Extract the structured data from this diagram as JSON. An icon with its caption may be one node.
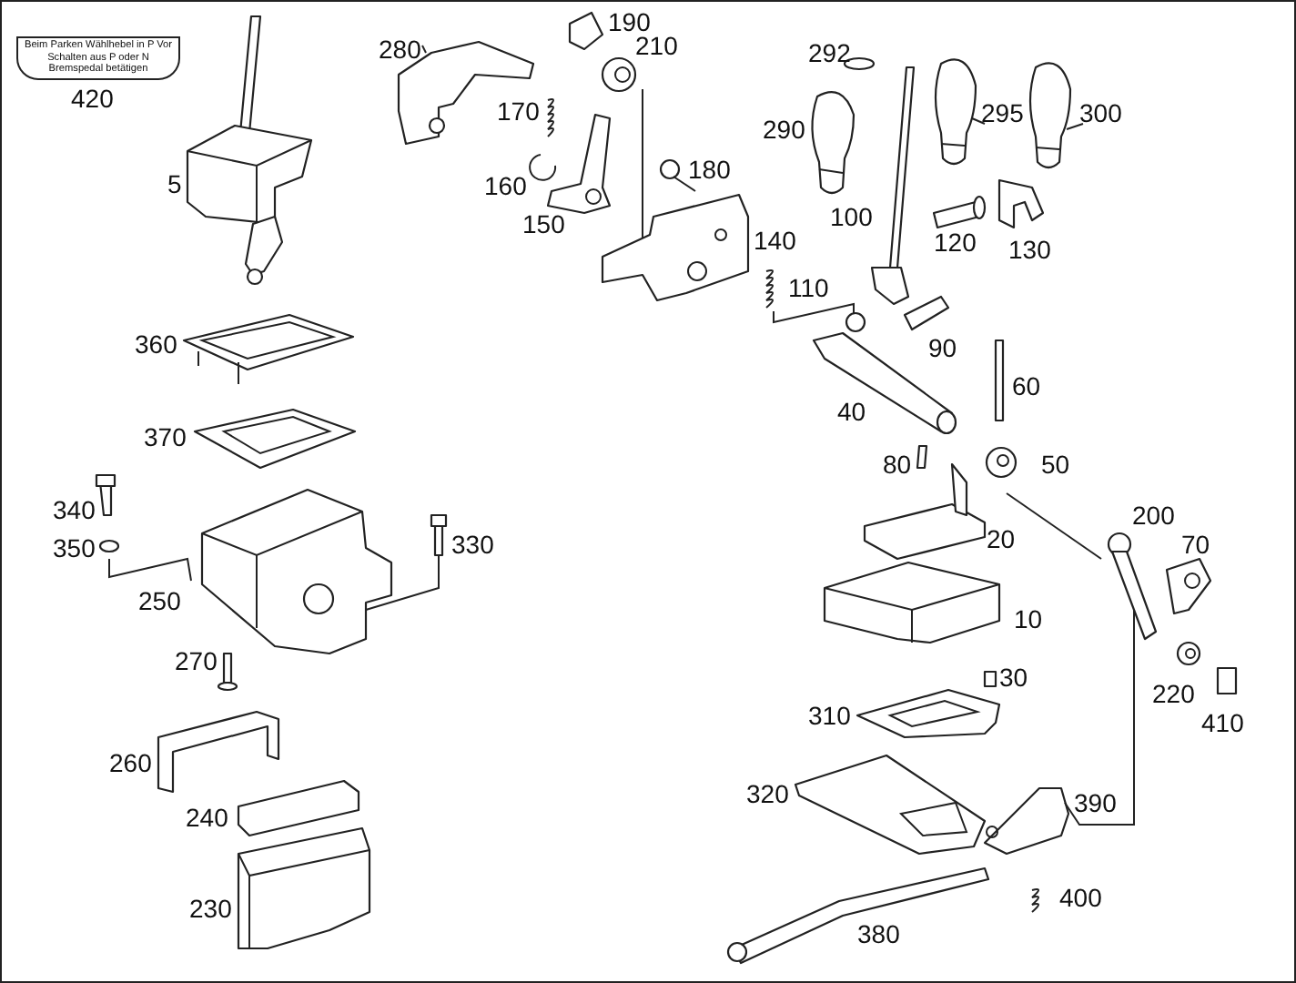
{
  "diagram": {
    "nodes": [
      {
        "text": [
          "Beim Parken Wählhebel in P Vor Schalten aus P oder N Bremspedal betätigen"
        ],
        "beside": [
          "420"
        ]
      },
      {
        "text": [
          "280"
        ]
      },
      {
        "text": [
          "295"
        ]
      },
      {
        "text": [
          "300"
        ]
      }
    ],
    "edges": [
      {
        "from": 1,
        "to": null,
        "arrow": "none"
      },
      {
        "from": 2,
        "to": null,
        "arrow": "none"
      },
      {
        "from": 3,
        "to": null,
        "arrow": "none"
      }
    ],
    "labels": [
      "190",
      "210",
      "292",
      "170",
      "290",
      "5",
      "180",
      "160",
      "100",
      "120",
      "150",
      "130",
      "140",
      "110",
      "360",
      "90",
      "60",
      "40",
      "370",
      "80",
      "50",
      "340",
      "330",
      "350",
      "20",
      "200",
      "70",
      "250",
      "10",
      "30",
      "270",
      "220",
      "410",
      "310",
      "260",
      "320",
      "390",
      "240",
      "400",
      "380",
      "230"
    ]
  }
}
